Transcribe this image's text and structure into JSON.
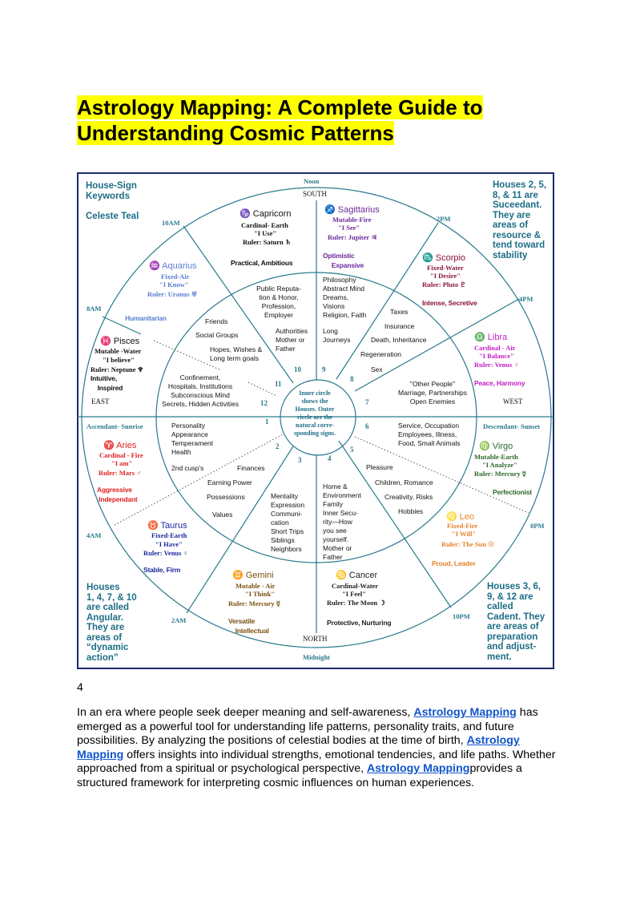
{
  "title": "Astrology Mapping: A Complete Guide to Understanding Cosmic Patterns",
  "diagram": {
    "heading": "House-Sign\nKeywords",
    "subheading": "Celeste Teal",
    "noon": "Noon",
    "south": "SOUTH",
    "north": "NORTH",
    "midnight": "Midnight",
    "east": "EAST",
    "west": "WEST",
    "ascendant": "Ascendant- Sunrise",
    "descendant": "Descendant- Sunset",
    "t10am": "10AM",
    "t8am": "8AM",
    "t2pm": "2PM",
    "t4pm": "4PM",
    "t4am": "4AM",
    "t8pm": "8PM",
    "t2am": "2AM",
    "t10pm": "10PM",
    "center_note": "Inner circle\nshows the\nHouses. Outer\ncircle are the\nnatural corre-\nsponding signs.",
    "succedant_note": "Houses 2, 5,\n8, & 11 are\nSuceedant.\nThey are\nareas of\nresource &\ntend toward\nstability",
    "angular_note": "Houses\n1, 4, 7, & 10\nare called\nAngular.\nThey are\nareas of\n“dynamic\naction”",
    "cadent_note": "Houses 3, 6,\n9, & 12 are\ncalled\nCadent. They\nare areas of\npreparation\nand adjust-\nment.",
    "signs": {
      "capricorn": {
        "name": "♑ Capricorn",
        "quality": "Cardinal- Earth",
        "motto": "\"I Use\"",
        "ruler": "Ruler: Saturn ♄",
        "traits": "Practical, Ambitious",
        "color": "#111111"
      },
      "aquarius": {
        "name": "♒ Aquarius",
        "quality": "Fixed-Air",
        "motto": "\"I Know\"",
        "ruler": "Ruler: Uranus ♅",
        "traits": "Humanitarian",
        "color": "#5b7fd0"
      },
      "pisces": {
        "name": "♓ Pisces",
        "quality": "Mutable -Water",
        "motto": "\"I believe\"",
        "ruler": "Ruler: Neptune ♆",
        "traits": "Intuitive,\n    Inspired",
        "color": "#111111"
      },
      "sagittarius": {
        "name": "♐ Sagittarius",
        "quality": "Mutable-Fire",
        "motto": "\"I See\"",
        "ruler": "Ruler: Jupiter ♃",
        "traits": "Optimistic\n     Expansive",
        "color": "#6b2a9c"
      },
      "scorpio": {
        "name": "♏ Scorpio",
        "quality": "Fixed-Water",
        "motto": "\"I Desire\"",
        "ruler": "Ruler: Pluto ♇",
        "traits": "Intense, Secretive",
        "color": "#8a1538"
      },
      "libra": {
        "name": "♎ Libra",
        "quality": "Cardinal - Air",
        "motto": "\"I Balance\"",
        "ruler": "Ruler: Venus ♀",
        "traits": "Peace, Harmony",
        "color": "#c41fc4"
      },
      "aries": {
        "name": "♈ Aries",
        "quality": "Cardinal - Fire",
        "motto": "\"I am\"",
        "ruler": "Ruler: Mars ♂",
        "traits": "Aggressive\n Independant",
        "color": "#e02020"
      },
      "taurus": {
        "name": "♉ Taurus",
        "quality": "Fixed-Earth",
        "motto": "\"I Have\"",
        "ruler": "Ruler: Venus ♀",
        "traits": "Stable, Firm",
        "color": "#1e2a9a"
      },
      "gemini": {
        "name": "♊ Gemini",
        "quality": "Mutable - Air",
        "motto": "\"I Think\"",
        "ruler": "Ruler: Mercury ☿",
        "traits": "Versatile\n    Intellectual",
        "color": "#7a5010"
      },
      "cancer": {
        "name": "♋ Cancer",
        "quality": "Cardinal-Water",
        "motto": "\"I Feel\"",
        "ruler": "Ruler: The Moon ☽",
        "traits": "Protective, Nurturing",
        "color": "#222222"
      },
      "leo": {
        "name": "♌ Leo",
        "quality": "Fixed-Fire",
        "motto": "\"I Will\"",
        "ruler": "Ruler: The Sun ☉",
        "traits": "Proud, Leader",
        "color": "#e8822a"
      },
      "virgo": {
        "name": "♍ Virgo",
        "quality": "Mutable-Earth",
        "motto": "\"I Analyze\"",
        "ruler": "Ruler: Mercury ☿",
        "traits": "Perfectionist",
        "color": "#2d6a2d"
      }
    },
    "houses": {
      "h1": "Personality\nAppearance\nTemperament\nHealth",
      "h1b": "2nd cusp's",
      "h2a": "Finances",
      "h2b": "Earning Power",
      "h2c": "Possessions",
      "h2d": "Values",
      "h3": "Mentality\nExpression\nCommuni-\ncation\nShort Trips\nSiblings\nNeighbors",
      "h4": "Home &\nEnvironment\nFamily\nInner Secu-\nrity—How\nyou see\nyourself.\nMother or\nFather",
      "h5a": "Pleasure",
      "h5b": "Children, Romance",
      "h5c": "Creativity, Risks",
      "h5d": "Hobbies",
      "h6": "Service, Occupation\nEmployees, Illness,\nFood, Small Animals",
      "h7": "\"Other People\"\nMarriage, Partnerships\nOpen Enemies",
      "h8a": "Taxes",
      "h8b": "Insurance",
      "h8c": "Death, Inheritance",
      "h8d": "Regeneration",
      "h8e": "Sex",
      "h9": "Philosophy\nAbstract Mind\nDreams,\nVisions\nReligion, Faith",
      "h9b": "Long\nJourneys",
      "h10": "Public Reputa-\ntion & Honor,\nProfession,\nEmployer",
      "h10b": "Authorities\nMother or\nFather",
      "h11a": "Friends",
      "h11b": "Social Groups",
      "h11c": "Hopes, Wishes &\nLong term goals",
      "h12": "Confinement,\nHospitals, Institutions\nSubconscious Mind\nSecrets, Hidden Activities"
    },
    "numbers": [
      "1",
      "2",
      "3",
      "4",
      "5",
      "6",
      "7",
      "8",
      "9",
      "10",
      "11",
      "12"
    ]
  },
  "page_number": "4",
  "paragraph": {
    "t1": "In an era where people seek deeper meaning and self-awareness, ",
    "link1": "Astrology Mapping",
    "t2": " has emerged as a powerful tool for understanding life patterns, personality traits, and future possibilities. By analyzing the positions of celestial bodies at the time of birth,  ",
    "link2": "Astrology Mapping",
    "t3": " offers insights into individual strengths, emotional tendencies, and life paths. Whether approached from a spiritual or psychological perspective,  ",
    "link3": "Astrology Mapping",
    "t4": "provides a structured framework for interpreting cosmic influences on human experiences."
  }
}
